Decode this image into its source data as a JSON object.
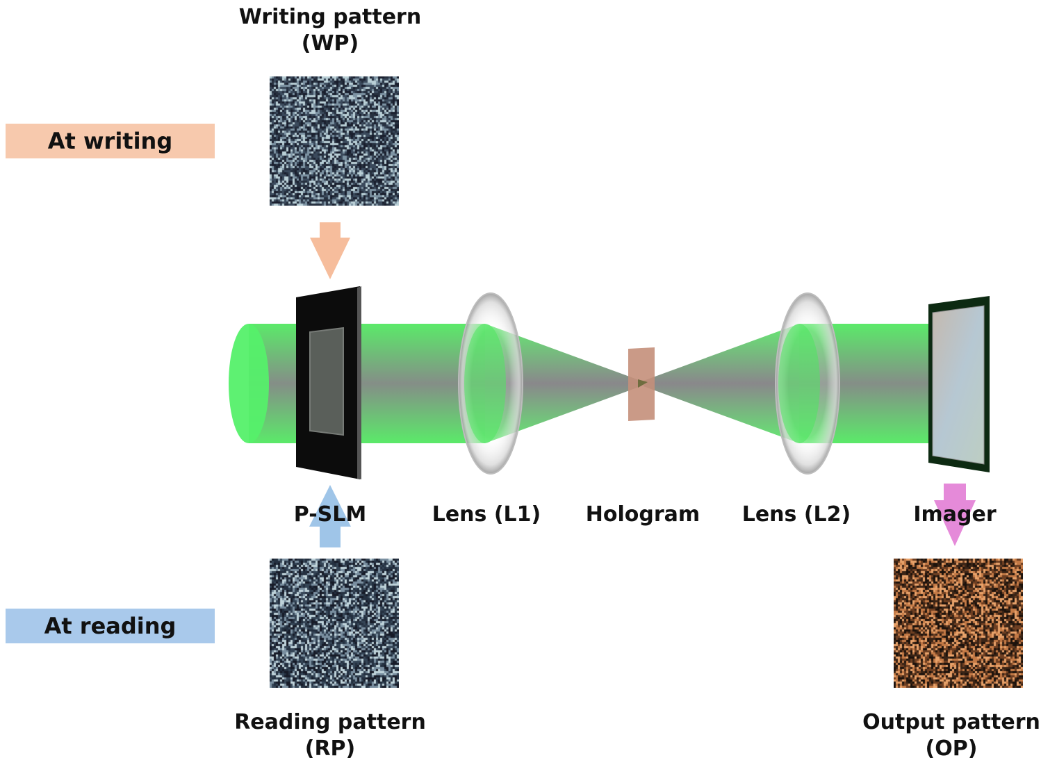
{
  "phases": {
    "writing": {
      "label": "At writing",
      "color": "#f7c9ad"
    },
    "reading": {
      "label": "At reading",
      "color": "#a9c9eb"
    }
  },
  "patterns": {
    "writing": {
      "title": "Writing pattern",
      "abbr": "(WP)",
      "colors": [
        "#1a1f2e",
        "#3b4a5c",
        "#7d93a3",
        "#b9cfd6",
        "#26303f"
      ]
    },
    "reading": {
      "title": "Reading pattern",
      "abbr": "(RP)",
      "colors": [
        "#171b28",
        "#354556",
        "#7a8fa0",
        "#bfd3da",
        "#243040"
      ]
    },
    "output": {
      "title": "Output pattern",
      "abbr": "(OP)",
      "colors": [
        "#1c120c",
        "#6e3f22",
        "#c47a46",
        "#e8a26a",
        "#3a2416"
      ]
    }
  },
  "components": {
    "pslm": "P-SLM",
    "lens1": "Lens (L1)",
    "hologram": "Hologram",
    "lens2": "Lens (L2)",
    "imager": "Imager"
  },
  "colors": {
    "beam": "#44ee55",
    "writing_arrow": "#f6bd9c",
    "reading_arrow": "#9fc5e8",
    "output_arrow": "#e58ad9",
    "hologram": "#c48f7a"
  }
}
